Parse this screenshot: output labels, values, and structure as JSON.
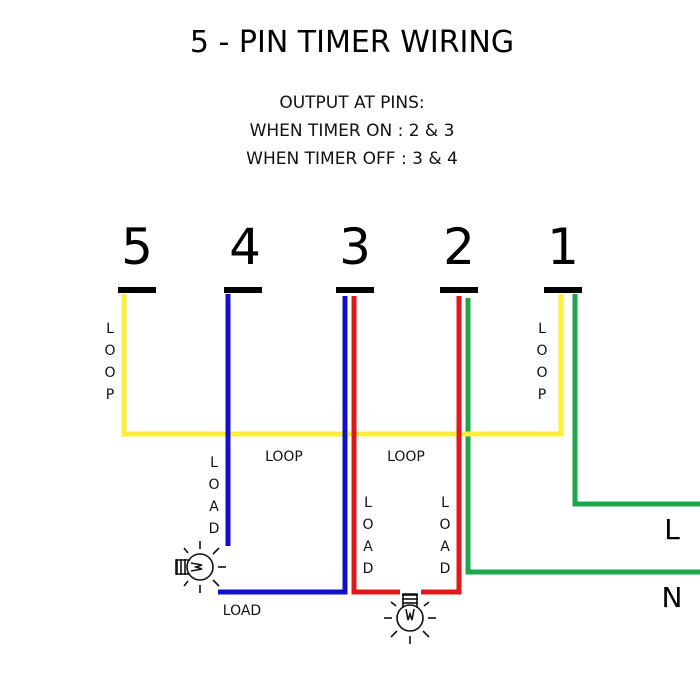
{
  "title": "5 - PIN TIMER WIRING",
  "subtitle": {
    "line1": "OUTPUT AT PINS:",
    "line2": "WHEN TIMER ON : 2 & 3",
    "line3": "WHEN TIMER OFF : 3 & 4"
  },
  "pins": [
    "5",
    "4",
    "3",
    "2",
    "1"
  ],
  "labels": {
    "loop": "LOOP",
    "load": "LOAD",
    "line": "L",
    "neutral": "N"
  },
  "colors": {
    "loop_wire": "#ffee3a",
    "pin4_wire": "#1010c8",
    "pin3_wire": "#1010c8",
    "load_wire": "#e01818",
    "green_wire": "#1aa84a",
    "pin_bar": "#000000"
  },
  "icons": [
    "light-bulb-icon",
    "light-bulb-icon"
  ]
}
